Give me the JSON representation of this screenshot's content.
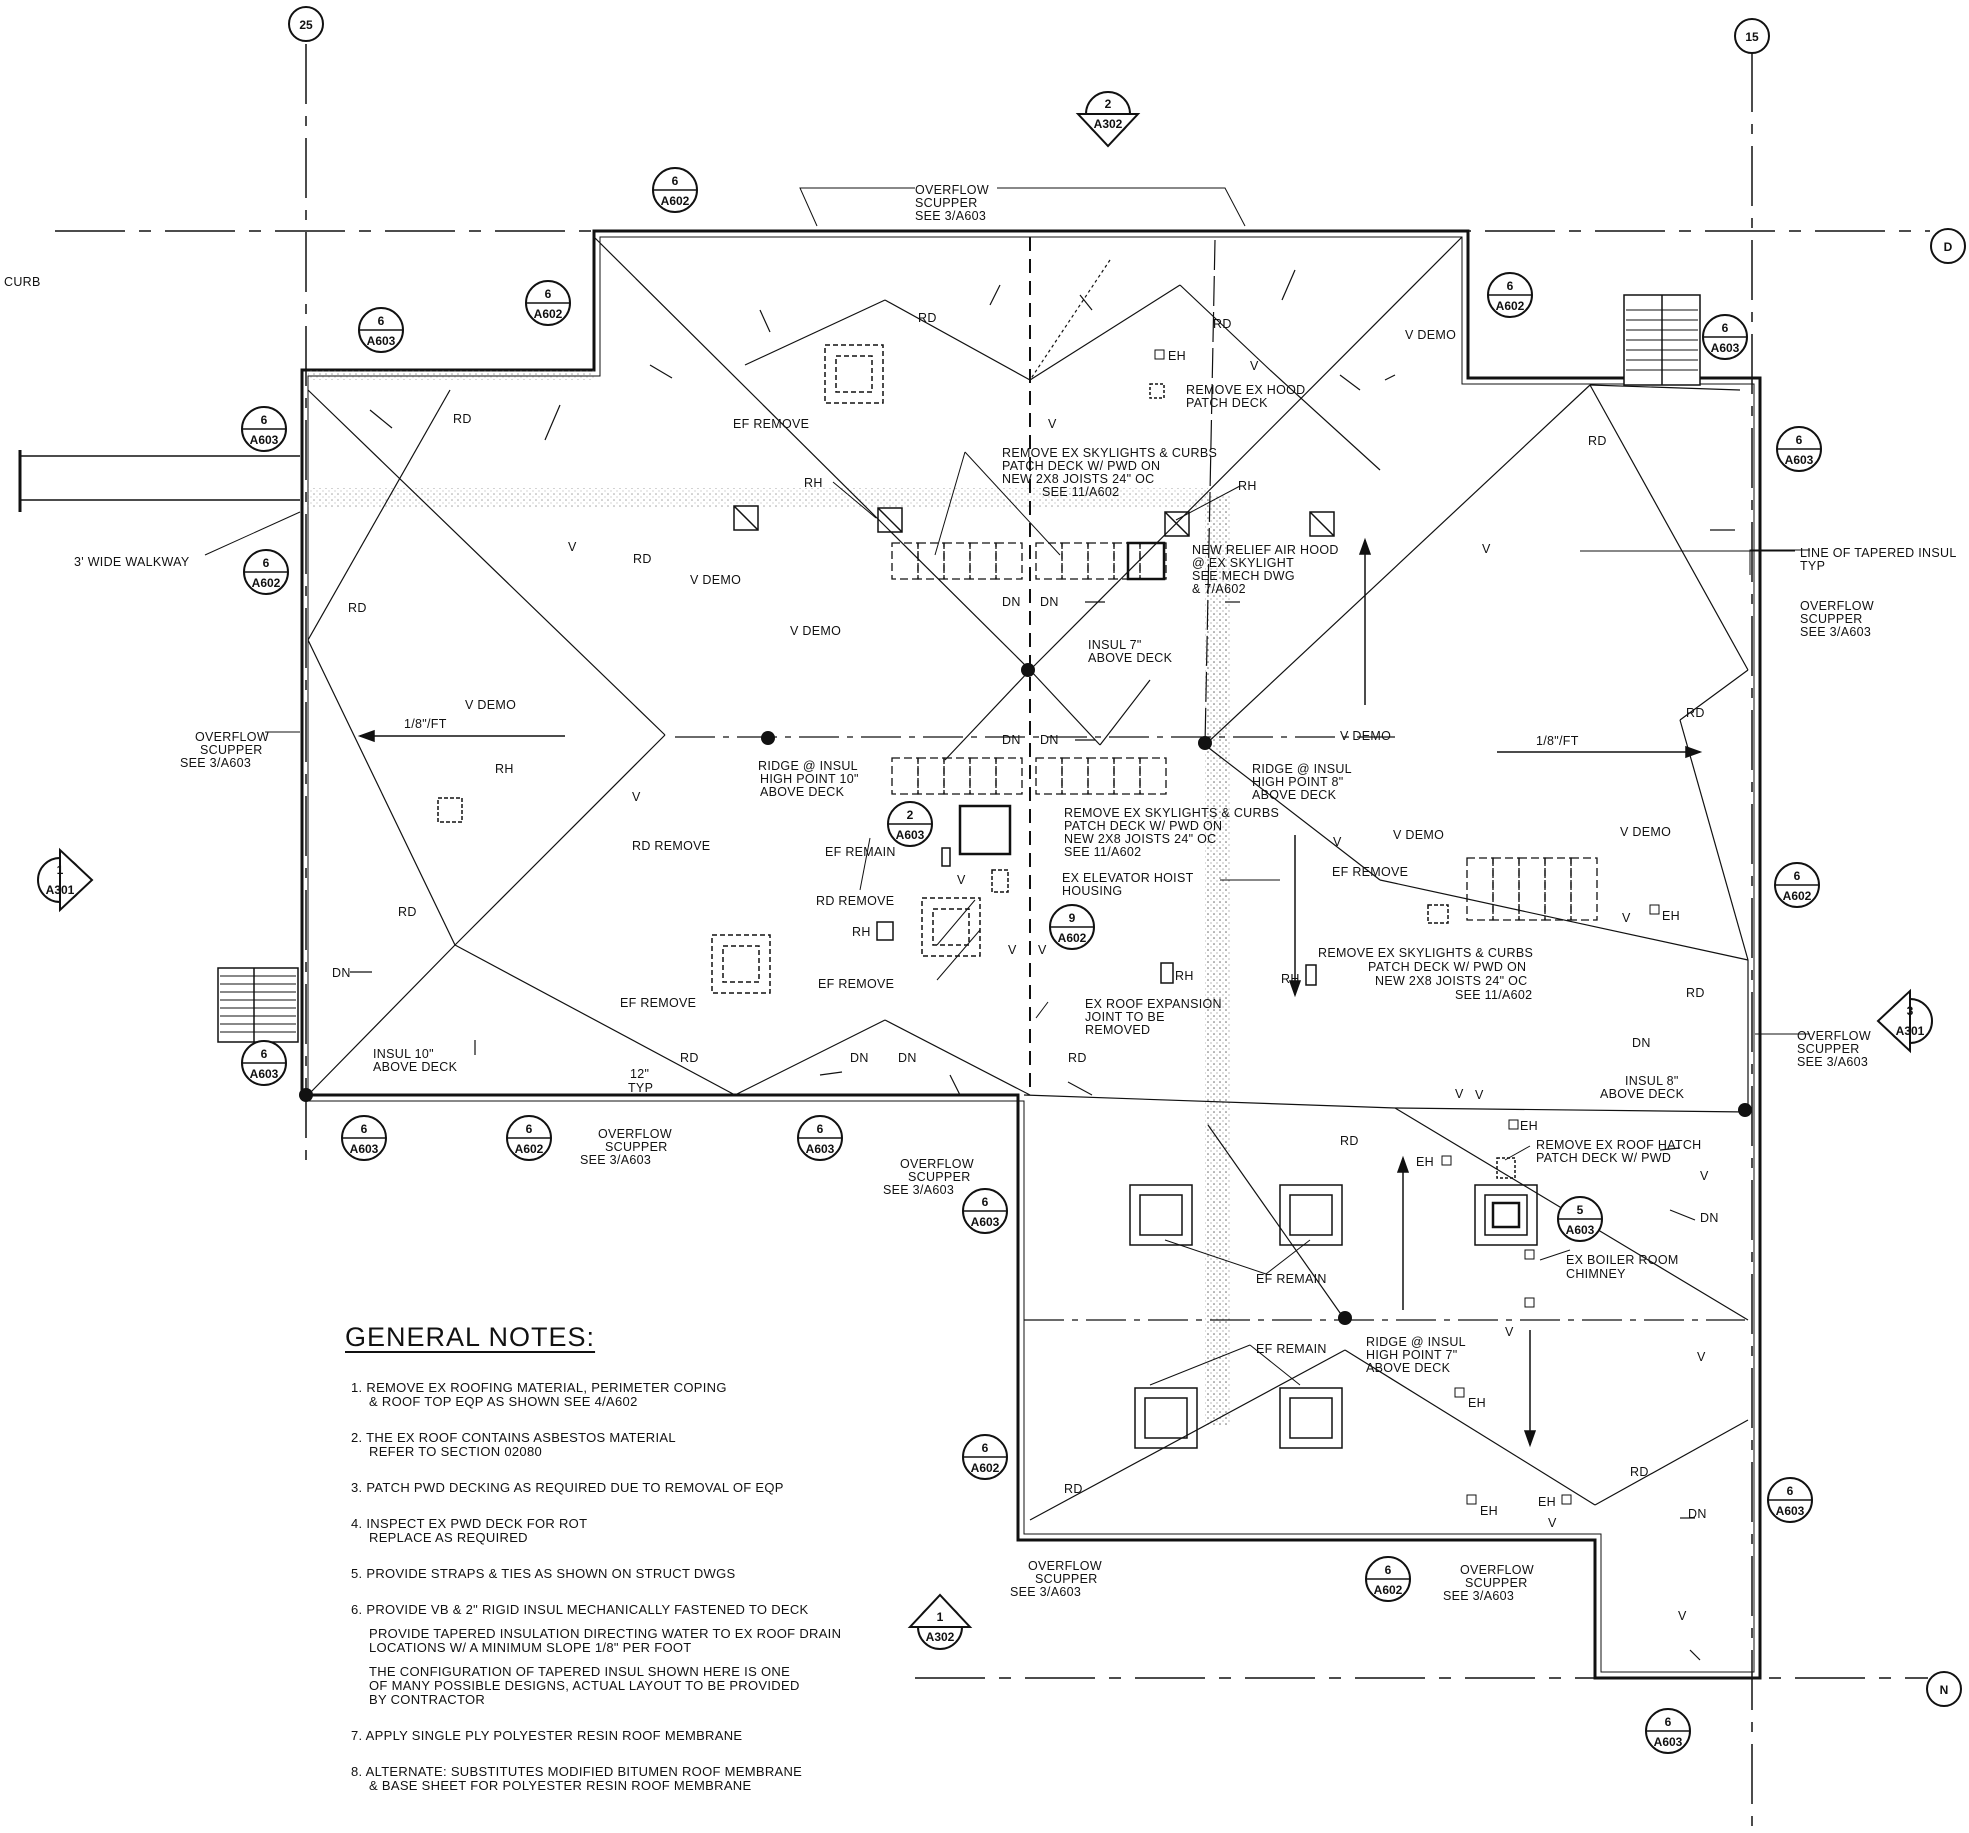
{
  "sheet": {
    "curb_label": "CURB",
    "walkway_label": "3' WIDE WALKWAY",
    "typ_dim": "12\"",
    "typ_label": "TYP"
  },
  "grid": {
    "col_left": "25",
    "col_right": "15",
    "row_top": "D",
    "row_bottom": "N"
  },
  "section_marks": [
    {
      "num": "2",
      "sheet": "A302"
    },
    {
      "num": "1",
      "sheet": "A301"
    },
    {
      "num": "3",
      "sheet": "A301"
    },
    {
      "num": "1",
      "sheet": "A302"
    }
  ],
  "detail_callouts": {
    "flashing": {
      "num": "6",
      "sheets": [
        "A602",
        "A603"
      ]
    },
    "chimney": {
      "num": "5",
      "sheet": "A603"
    },
    "hoist": {
      "num": "2",
      "sheet": "A603"
    },
    "exp_joint": {
      "num": "9",
      "sheet": "A602"
    }
  },
  "labels": {
    "overflow_scupper": [
      "OVERFLOW",
      "SCUPPER",
      "SEE 3/A603"
    ],
    "rd": "RD",
    "rd_remove": "RD REMOVE",
    "rd_remove_2": "RD REMOVE",
    "rh": "RH",
    "eh": "EH",
    "dn": "DN",
    "v_demo": "V DEMO",
    "v": "V",
    "slope": "1/8\"/FT",
    "ef_remove": "EF REMOVE",
    "ef_remain": "EF REMAIN",
    "remove_hood": [
      "REMOVE EX HOOD",
      "PATCH DECK"
    ],
    "remove_skylights_top": [
      "REMOVE EX SKYLIGHTS & CURBS",
      "PATCH DECK W/ PWD ON",
      "NEW 2X8 JOISTS 24\" OC",
      "SEE 11/A602"
    ],
    "remove_skylights_mid": [
      "REMOVE EX SKYLIGHTS & CURBS",
      "PATCH DECK W/ PWD ON",
      "NEW 2X8 JOISTS 24\" OC",
      "SEE 11/A602"
    ],
    "remove_skylights_right": [
      "REMOVE EX SKYLIGHTS & CURBS",
      "PATCH DECK W/ PWD ON",
      "NEW 2X8 JOISTS 24\" OC",
      "SEE 11/A602"
    ],
    "relief_air_hood": [
      "NEW RELIEF AIR HOOD",
      "@ EX SKYLIGHT",
      "SEE MECH DWG",
      "& 7/A602"
    ],
    "insul_7": [
      "INSUL 7\"",
      "ABOVE DECK"
    ],
    "insul_10": [
      "INSUL 10\"",
      "ABOVE DECK"
    ],
    "insul_8": [
      "INSUL 8\"",
      "ABOVE DECK"
    ],
    "ridge_10": [
      "RIDGE @ INSUL",
      "HIGH POINT 10\"",
      "ABOVE DECK"
    ],
    "ridge_8": [
      "RIDGE @ INSUL",
      "HIGH POINT 8\"",
      "ABOVE DECK"
    ],
    "ridge_7": [
      "RIDGE @ INSUL",
      "HIGH POINT 7\"",
      "ABOVE DECK"
    ],
    "tapered_line": [
      "LINE OF TAPERED INSUL",
      "TYP"
    ],
    "hoist": [
      "EX ELEVATOR HOIST",
      "HOUSING"
    ],
    "expansion_joint": [
      "EX ROOF EXPANSION",
      "JOINT TO BE",
      "REMOVED"
    ],
    "remove_hatch": [
      "REMOVE EX ROOF HATCH",
      "PATCH DECK W/ PWD"
    ],
    "boiler_chimney": [
      "EX BOILER ROOM",
      "CHIMNEY"
    ]
  },
  "general_notes": {
    "title": "GENERAL NOTES:",
    "items": [
      {
        "n": "1.",
        "l1": "REMOVE EX ROOFING MATERIAL, PERIMETER COPING",
        "l2": "& ROOF TOP EQP AS SHOWN SEE 4/A602"
      },
      {
        "n": "2.",
        "l1": "THE EX ROOF CONTAINS ASBESTOS MATERIAL",
        "l2": "REFER TO SECTION 02080"
      },
      {
        "n": "3.",
        "l1": "PATCH PWD DECKING AS REQUIRED DUE TO  REMOVAL OF EQP",
        "l2": ""
      },
      {
        "n": "4.",
        "l1": "INSPECT EX PWD DECK FOR ROT",
        "l2": "REPLACE AS REQUIRED"
      },
      {
        "n": "5.",
        "l1": "PROVIDE STRAPS & TIES AS SHOWN ON STRUCT DWGS",
        "l2": ""
      },
      {
        "n": "6.",
        "l1": "PROVIDE VB & 2\" RIGID INSUL MECHANICALLY FASTENED TO DECK",
        "l2": ""
      },
      {
        "n": "7.",
        "l1": "APPLY SINGLE PLY POLYESTER RESIN ROOF MEMBRANE",
        "l2": ""
      },
      {
        "n": "8.",
        "l1": "ALTERNATE:  SUBSTITUTES MODIFIED BITUMEN ROOF MEMBRANE",
        "l2": "& BASE SHEET FOR POLYESTER RESIN ROOF MEMBRANE"
      }
    ],
    "note6_para1": [
      "PROVIDE TAPERED INSULATION DIRECTING WATER TO EX ROOF DRAIN",
      "LOCATIONS W/ A MINIMUM SLOPE 1/8\" PER FOOT"
    ],
    "note6_para2": [
      "THE CONFIGURATION OF TAPERED INSUL SHOWN HERE IS ONE",
      "OF MANY POSSIBLE DESIGNS, ACTUAL LAYOUT TO BE PROVIDED",
      "BY CONTRACTOR"
    ]
  }
}
